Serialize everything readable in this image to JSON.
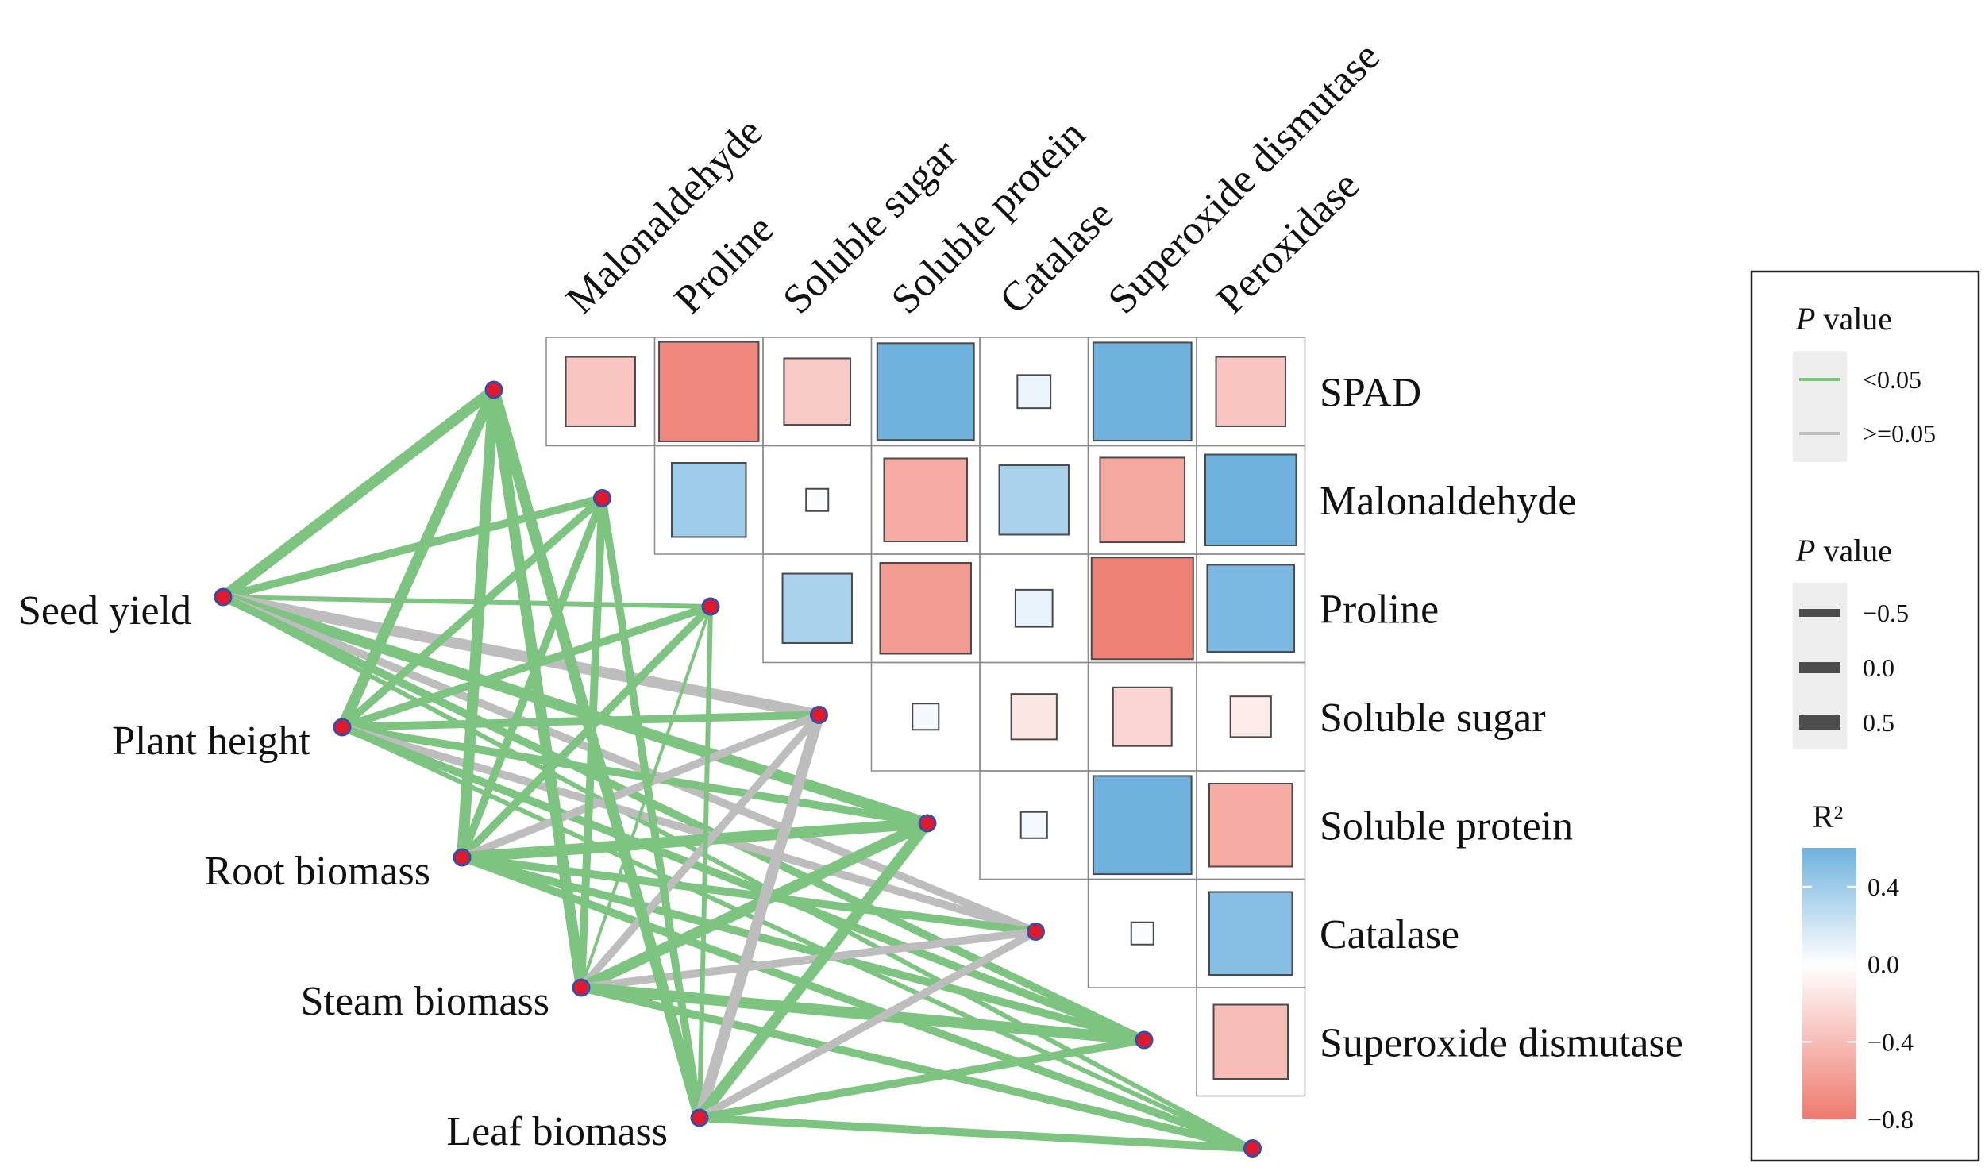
{
  "chart_data": {
    "type": "heatmap",
    "columns": [
      "Malonaldehyde",
      "Proline",
      "Soluble sugar",
      "Soluble protein",
      "Catalase",
      "Superoxide dismutase",
      "Peroxidase"
    ],
    "rows": [
      "SPAD",
      "Malonaldehyde",
      "Proline",
      "Soluble sugar",
      "Soluble protein",
      "Catalase",
      "Superoxide dismutase"
    ],
    "cells": [
      {
        "row": "SPAD",
        "col": "Malonaldehyde",
        "r": -0.35
      },
      {
        "row": "SPAD",
        "col": "Proline",
        "r": -0.72
      },
      {
        "row": "SPAD",
        "col": "Soluble sugar",
        "r": -0.32
      },
      {
        "row": "SPAD",
        "col": "Soluble protein",
        "r": 0.68
      },
      {
        "row": "SPAD",
        "col": "Catalase",
        "r": 0.08
      },
      {
        "row": "SPAD",
        "col": "Superoxide dismutase",
        "r": 0.7
      },
      {
        "row": "SPAD",
        "col": "Peroxidase",
        "r": -0.35
      },
      {
        "row": "Malonaldehyde",
        "col": "Proline",
        "r": 0.4
      },
      {
        "row": "Malonaldehyde",
        "col": "Soluble sugar",
        "r": 0.02
      },
      {
        "row": "Malonaldehyde",
        "col": "Soluble protein",
        "r": -0.5
      },
      {
        "row": "Malonaldehyde",
        "col": "Catalase",
        "r": 0.35
      },
      {
        "row": "Malonaldehyde",
        "col": "Superoxide dismutase",
        "r": -0.52
      },
      {
        "row": "Malonaldehyde",
        "col": "Peroxidase",
        "r": 0.6
      },
      {
        "row": "Proline",
        "col": "Soluble sugar",
        "r": 0.35
      },
      {
        "row": "Proline",
        "col": "Soluble protein",
        "r": -0.6
      },
      {
        "row": "Proline",
        "col": "Catalase",
        "r": 0.1
      },
      {
        "row": "Proline",
        "col": "Superoxide dismutase",
        "r": -0.75
      },
      {
        "row": "Proline",
        "col": "Peroxidase",
        "r": 0.55
      },
      {
        "row": "Soluble sugar",
        "col": "Soluble protein",
        "r": 0.05
      },
      {
        "row": "Soluble sugar",
        "col": "Catalase",
        "r": -0.15
      },
      {
        "row": "Soluble sugar",
        "col": "Superoxide dismutase",
        "r": -0.25
      },
      {
        "row": "Soluble sugar",
        "col": "Peroxidase",
        "r": -0.12
      },
      {
        "row": "Soluble protein",
        "col": "Catalase",
        "r": 0.05
      },
      {
        "row": "Soluble protein",
        "col": "Superoxide dismutase",
        "r": 0.7
      },
      {
        "row": "Soluble protein",
        "col": "Peroxidase",
        "r": -0.5
      },
      {
        "row": "Catalase",
        "col": "Superoxide dismutase",
        "r": 0.02
      },
      {
        "row": "Catalase",
        "col": "Peroxidase",
        "r": 0.5
      },
      {
        "row": "Superoxide dismutase",
        "col": "Peroxidase",
        "r": -0.4
      }
    ],
    "network": {
      "source_labels": [
        "Seed yield",
        "Plant height",
        "Root biomass",
        "Steam biomass",
        "Leaf biomass"
      ],
      "targets": [
        "SPAD",
        "Malonaldehyde",
        "Proline",
        "Soluble sugar",
        "Soluble protein",
        "Catalase",
        "Superoxide dismutase",
        "Peroxidase"
      ],
      "edges": [
        {
          "from": "Seed yield",
          "to": "SPAD",
          "p": "<0.05",
          "weight": 3
        },
        {
          "from": "Seed yield",
          "to": "Malonaldehyde",
          "p": "<0.05",
          "weight": 2
        },
        {
          "from": "Seed yield",
          "to": "Proline",
          "p": "<0.05",
          "weight": 1
        },
        {
          "from": "Seed yield",
          "to": "Soluble sugar",
          "p": ">=0.05",
          "weight": 3
        },
        {
          "from": "Seed yield",
          "to": "Soluble protein",
          "p": "<0.05",
          "weight": 3
        },
        {
          "from": "Seed yield",
          "to": "Catalase",
          "p": ">=0.05",
          "weight": 2
        },
        {
          "from": "Seed yield",
          "to": "Superoxide dismutase",
          "p": "<0.05",
          "weight": 2
        },
        {
          "from": "Seed yield",
          "to": "Peroxidase",
          "p": "<0.05",
          "weight": 1
        },
        {
          "from": "Plant height",
          "to": "SPAD",
          "p": "<0.05",
          "weight": 3
        },
        {
          "from": "Plant height",
          "to": "Malonaldehyde",
          "p": "<0.05",
          "weight": 2
        },
        {
          "from": "Plant height",
          "to": "Proline",
          "p": "<0.05",
          "weight": 2
        },
        {
          "from": "Plant height",
          "to": "Soluble sugar",
          "p": "<0.05",
          "weight": 2
        },
        {
          "from": "Plant height",
          "to": "Soluble protein",
          "p": "<0.05",
          "weight": 2
        },
        {
          "from": "Plant height",
          "to": "Catalase",
          "p": ">=0.05",
          "weight": 2
        },
        {
          "from": "Plant height",
          "to": "Superoxide dismutase",
          "p": "<0.05",
          "weight": 2
        },
        {
          "from": "Plant height",
          "to": "Peroxidase",
          "p": "<0.05",
          "weight": 1
        },
        {
          "from": "Root biomass",
          "to": "SPAD",
          "p": "<0.05",
          "weight": 3
        },
        {
          "from": "Root biomass",
          "to": "Malonaldehyde",
          "p": "<0.05",
          "weight": 2
        },
        {
          "from": "Root biomass",
          "to": "Proline",
          "p": "<0.05",
          "weight": 2
        },
        {
          "from": "Root biomass",
          "to": "Soluble sugar",
          "p": ">=0.05",
          "weight": 2
        },
        {
          "from": "Root biomass",
          "to": "Soluble protein",
          "p": "<0.05",
          "weight": 3
        },
        {
          "from": "Root biomass",
          "to": "Catalase",
          "p": "<0.05",
          "weight": 2
        },
        {
          "from": "Root biomass",
          "to": "Superoxide dismutase",
          "p": "<0.05",
          "weight": 2
        },
        {
          "from": "Root biomass",
          "to": "Peroxidase",
          "p": "<0.05",
          "weight": 2
        },
        {
          "from": "Steam biomass",
          "to": "SPAD",
          "p": "<0.05",
          "weight": 3
        },
        {
          "from": "Steam biomass",
          "to": "Malonaldehyde",
          "p": "<0.05",
          "weight": 2
        },
        {
          "from": "Steam biomass",
          "to": "Proline",
          "p": "<0.05",
          "weight": 0.5
        },
        {
          "from": "Steam biomass",
          "to": "Soluble sugar",
          "p": ">=0.05",
          "weight": 2
        },
        {
          "from": "Steam biomass",
          "to": "Soluble protein",
          "p": "<0.05",
          "weight": 3
        },
        {
          "from": "Steam biomass",
          "to": "Catalase",
          "p": ">=0.05",
          "weight": 2
        },
        {
          "from": "Steam biomass",
          "to": "Superoxide dismutase",
          "p": "<0.05",
          "weight": 3
        },
        {
          "from": "Steam biomass",
          "to": "Peroxidase",
          "p": "<0.05",
          "weight": 2
        },
        {
          "from": "Leaf biomass",
          "to": "SPAD",
          "p": "<0.05",
          "weight": 3
        },
        {
          "from": "Leaf biomass",
          "to": "Malonaldehyde",
          "p": "<0.05",
          "weight": 2
        },
        {
          "from": "Leaf biomass",
          "to": "Proline",
          "p": "<0.05",
          "weight": 1
        },
        {
          "from": "Leaf biomass",
          "to": "Soluble sugar",
          "p": ">=0.05",
          "weight": 3
        },
        {
          "from": "Leaf biomass",
          "to": "Soluble protein",
          "p": "<0.05",
          "weight": 3
        },
        {
          "from": "Leaf biomass",
          "to": "Catalase",
          "p": ">=0.05",
          "weight": 2
        },
        {
          "from": "Leaf biomass",
          "to": "Superoxide dismutase",
          "p": "<0.05",
          "weight": 2
        },
        {
          "from": "Leaf biomass",
          "to": "Peroxidase",
          "p": "<0.05",
          "weight": 2
        }
      ]
    },
    "colorscale": {
      "min": -0.8,
      "max": 0.6,
      "low": "#ee7a6e",
      "mid": "#ffffff",
      "high": "#6fb2de"
    },
    "legend": {
      "placement": "right",
      "p_title_italic": "P",
      "p_title_rest": " value",
      "p_items": [
        {
          "label": "<0.05",
          "color": "#7cc47f"
        },
        {
          "label": ">=0.05",
          "color": "#bdbdbd"
        }
      ],
      "width_items": [
        "−0.5",
        "0.0",
        "0.5"
      ],
      "r2_title": "R²",
      "r2_ticks": [
        {
          "label": "0.4",
          "value": 0.4
        },
        {
          "label": "0.0",
          "value": 0.0
        },
        {
          "label": "−0.4",
          "value": -0.4
        },
        {
          "label": "−0.8",
          "value": -0.8
        }
      ]
    },
    "edge_colors": {
      "significant": "#7cc47f",
      "nonsignificant": "#bdbdbd"
    },
    "node_color": "#e0192c",
    "node_stroke": "#3a4aa8"
  }
}
